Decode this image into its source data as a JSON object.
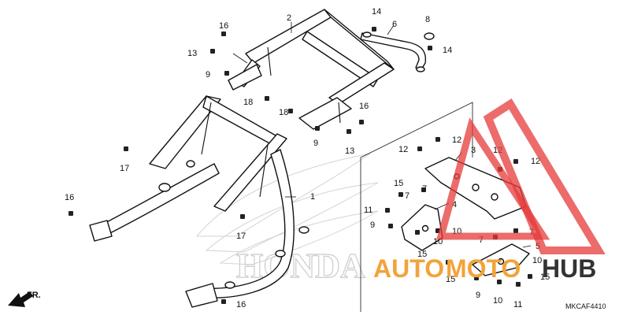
{
  "callouts": {
    "c1": "1",
    "c2": "2",
    "c3": "3",
    "c4": "4",
    "c5": "5",
    "c6": "6",
    "c7a": "7",
    "c7b": "7",
    "c7c": "7",
    "c7d": "7",
    "c8": "8",
    "c9a": "9",
    "c9b": "9",
    "c9c": "9",
    "c9d": "9",
    "c10a": "10",
    "c10b": "10",
    "c10c": "10",
    "c10d": "10",
    "c11a": "11",
    "c11b": "11",
    "c12a": "12",
    "c12b": "12",
    "c12c": "12",
    "c12d": "12",
    "c13a": "13",
    "c13b": "13",
    "c14a": "14",
    "c14b": "14",
    "c15a": "15",
    "c15b": "15",
    "c15c": "15",
    "c16a": "16",
    "c16b": "16",
    "c16c": "16",
    "c16d": "16",
    "c17a": "17",
    "c17b": "17",
    "c18a": "18",
    "c18b": "18"
  },
  "reference_code": "MKCAF4410",
  "direction_label": "FR.",
  "watermark": {
    "brand_left": "AUTO",
    "brand_mid": "MOTO",
    "brand_right": "HUB",
    "background_brand": "HONDA",
    "accent_color": "#e53a3a",
    "orange_color": "#f2a33a",
    "dark_color": "#333333"
  }
}
